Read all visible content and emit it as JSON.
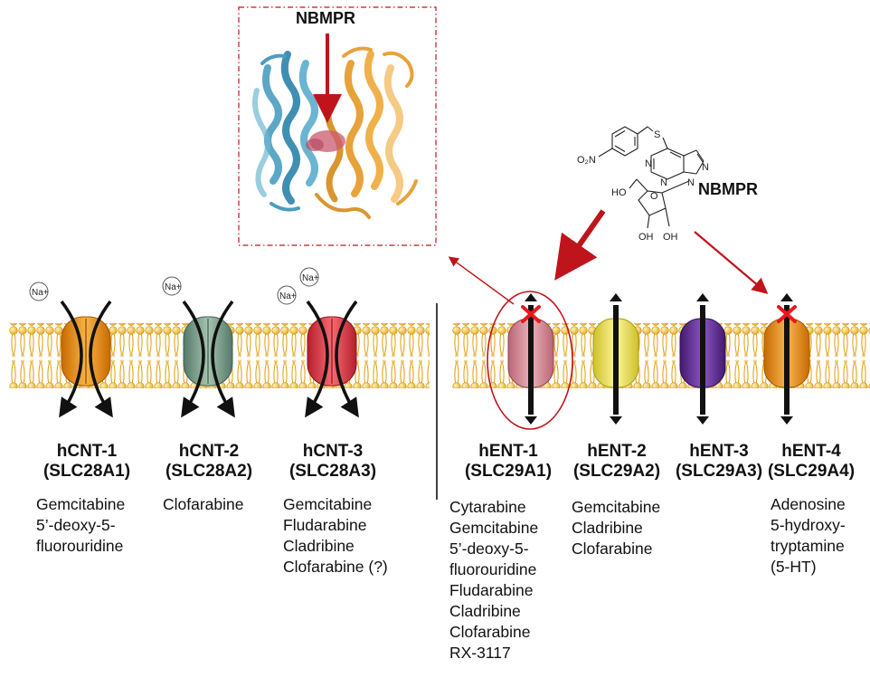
{
  "structure_label": "NBMPR",
  "molecule_label": "NBMPR",
  "molecule_atoms": {
    "s": "S",
    "no2": "O₂N",
    "n1": "N",
    "n3": "N",
    "n7": "N",
    "n9": "N",
    "ho": "HO",
    "o": "O",
    "oh_left": "OH",
    "oh_right": "OH"
  },
  "ion_label": "Na+",
  "colors": {
    "membrane_head": "#f5c242",
    "hCNT1": "#f49c1c",
    "hCNT2": "#7ea38a",
    "hCNT3": "#e8404a",
    "hENT1": "#d98a98",
    "hENT2": "#f2e858",
    "hENT3": "#6a2f9e",
    "hENT4": "#f39a1e",
    "arrow_red": "#c0141c",
    "inhibit_x": "#e8191c"
  },
  "transporters": [
    {
      "id": "hCNT-1",
      "name": "hCNT-1",
      "gene": "(SLC28A1)",
      "substrates": [
        "Gemcitabine",
        "5’-deoxy-5-",
        "fluorouridine"
      ]
    },
    {
      "id": "hCNT-2",
      "name": "hCNT-2",
      "gene": "(SLC28A2)",
      "substrates": [
        "Clofarabine"
      ]
    },
    {
      "id": "hCNT-3",
      "name": "hCNT-3",
      "gene": "(SLC28A3)",
      "substrates": [
        "Gemcitabine",
        "Fludarabine",
        "Cladribine",
        "Clofarabine (?)"
      ]
    },
    {
      "id": "hENT-1",
      "name": "hENT-1",
      "gene": "(SLC29A1)",
      "substrates": [
        "Cytarabine",
        "Gemcitabine",
        "5’-deoxy-5-",
        "fluorouridine",
        "Fludarabine",
        "Cladribine",
        "Clofarabine",
        "RX-3117"
      ]
    },
    {
      "id": "hENT-2",
      "name": "hENT-2",
      "gene": "(SLC29A2)",
      "substrates": [
        "Gemcitabine",
        "Cladribine",
        "Clofarabine"
      ]
    },
    {
      "id": "hENT-3",
      "name": "hENT-3",
      "gene": "(SLC29A3)",
      "substrates": []
    },
    {
      "id": "hENT-4",
      "name": "hENT-4",
      "gene": "(SLC29A4)",
      "substrates": [
        "Adenosine",
        "5-hydroxy-",
        "tryptamine",
        "(5-HT)"
      ]
    }
  ]
}
